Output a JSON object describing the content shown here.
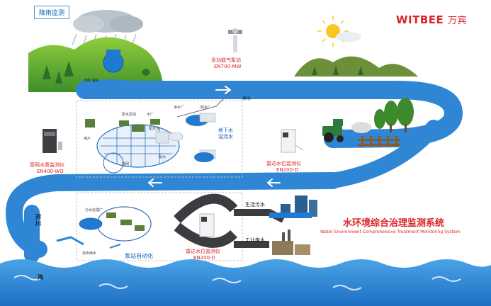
{
  "brand": {
    "name": "WITBEE",
    "name_cn": "万宾",
    "color": "#d9252b"
  },
  "top_left_tag": "降雨监测",
  "mountain_label": "水库 湖泊",
  "weather_station": {
    "name": "多功能气象站",
    "model": "EN700-MW"
  },
  "raw_water_label": "原水",
  "supply_network": {
    "labels": [
      "配水区域",
      "水厂",
      "净水厂",
      "取水厂",
      "用户",
      "配水池",
      "配水",
      "管网"
    ],
    "groundwater": "地下水\n溢流水"
  },
  "pipe_quality_meter": {
    "name": "管网水质监测仪",
    "model": "EN400-WQ"
  },
  "radar_level_1": {
    "name": "雷达水位监测仪",
    "model": "EN200-D"
  },
  "radar_level_2": {
    "name": "雷达水位监测仪",
    "model": "EN200-D"
  },
  "river_label": "河川",
  "sea_label": "海",
  "sewage_labels": [
    "污水处理厂",
    "流出雨水"
  ],
  "pump_station_label": "泵站自动化",
  "domestic_sewage_label": "生活污水",
  "industrial_waste_label": "工业废水",
  "system_title": "水环境综合治理监测系统",
  "system_subtitle": "Water Environment Comprehensive Treatment Monitoring System",
  "colors": {
    "water": "#2f86d4",
    "water_dark": "#1d6fbd",
    "grass": "#6fb62f",
    "title_red": "#d9252b"
  }
}
